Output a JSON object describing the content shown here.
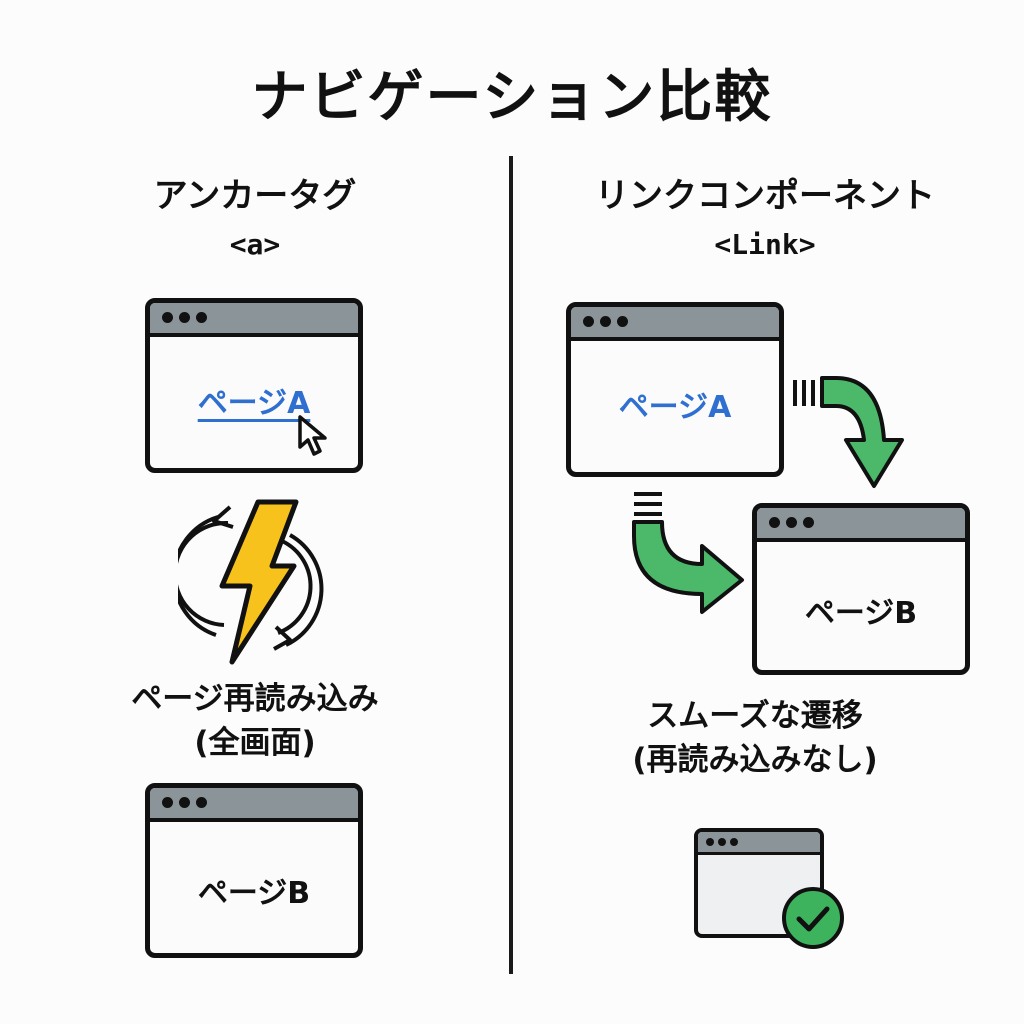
{
  "title": "ナビゲーション比較",
  "left": {
    "heading": "アンカータグ",
    "code": "<a>",
    "page_a_label": "ページA",
    "caption_line1": "ページ再読み込み",
    "caption_line2": "(全画面)",
    "page_b_label": "ページB"
  },
  "right": {
    "heading": "リンクコンポーネント",
    "code": "<Link>",
    "page_a_label": "ページA",
    "page_b_label": "ページB",
    "caption_line1": "スムーズな遷移",
    "caption_line2": "(再読み込みなし)"
  },
  "colors": {
    "link_blue": "#2f6fd0",
    "bolt_yellow": "#f7c21b",
    "arrow_green": "#4cb86a",
    "check_green": "#3db35e",
    "titlebar_gray": "#8a9499"
  },
  "icons": [
    "cursor-arrow-icon",
    "lightning-bolt-icon",
    "reload-cycle-icon",
    "curved-arrow-icon",
    "check-circle-icon"
  ]
}
